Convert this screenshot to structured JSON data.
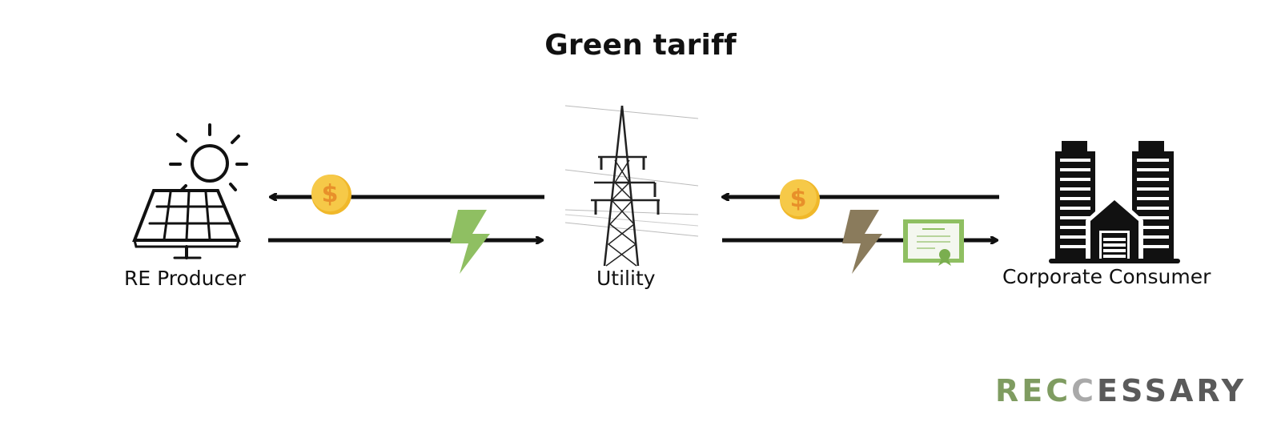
{
  "title": "Green tariff",
  "nodes": {
    "producer": {
      "label": "RE Producer",
      "icon": "solar-panel-icon"
    },
    "utility": {
      "label": "Utility",
      "icon": "power-tower-icon"
    },
    "consumer": {
      "label": "Corporate Consumer",
      "icon": "office-buildings-icon"
    }
  },
  "flows": [
    {
      "from": "utility",
      "to": "producer",
      "carries": [
        "money"
      ]
    },
    {
      "from": "producer",
      "to": "utility",
      "carries": [
        "electricity"
      ]
    },
    {
      "from": "consumer",
      "to": "utility",
      "carries": [
        "money"
      ]
    },
    {
      "from": "utility",
      "to": "consumer",
      "carries": [
        "electricity",
        "certificate"
      ]
    }
  ],
  "icons": {
    "money": "dollar-coin-icon",
    "electricity": "lightning-bolt-icon",
    "certificate": "certificate-icon"
  },
  "colors": {
    "coin": "#f2be2f",
    "coin_symbol": "#e8902a",
    "bolt_green": "#8fbf62",
    "bolt_brown": "#8a7b5c",
    "certificate": "#8fbf62"
  },
  "logo": {
    "part1": "REC",
    "part2": "C",
    "part3": "ESSARY"
  }
}
